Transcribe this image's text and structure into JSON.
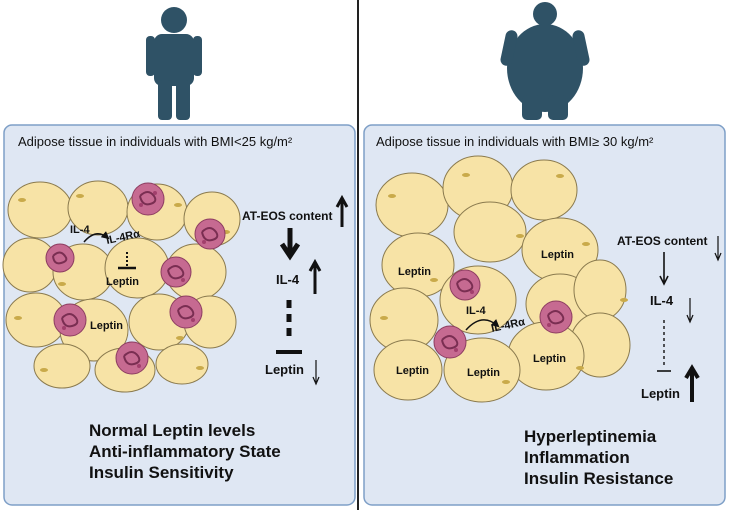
{
  "colors": {
    "person": "#2f5266",
    "panel_bg": "#dfe7f3",
    "panel_border": "#7e9fc7",
    "cell_fill": "#f7e3a6",
    "cell_stroke": "#8a7a4e",
    "nucleus": "#c9aa4a",
    "eos_fill": "#c66a91",
    "eos_dots": "#a13f6c",
    "divider": "#222222"
  },
  "icons": {
    "lean_person": "person-lean-icon",
    "obese_person": "person-obese-icon"
  },
  "left_panel": {
    "title": "Adipose tissue in individuals with BMI<25 kg/m²",
    "labels": {
      "il4": "IL-4",
      "il4ra": "IL-4Rα",
      "leptin_a": "Leptin",
      "leptin_b": "Leptin"
    },
    "pathway": {
      "ateos": "AT-EOS content",
      "il4": "IL-4",
      "leptin": "Leptin"
    },
    "trends": {
      "ateos": "up",
      "il4": "up",
      "leptin": "down"
    },
    "outcomes": [
      "Normal Leptin levels",
      "Anti-inflammatory State",
      "Insulin Sensitivity"
    ]
  },
  "right_panel": {
    "title": "Adipose tissue in individuals with BMI≥ 30 kg/m²",
    "labels": {
      "leptin_1": "Leptin",
      "leptin_2": "Leptin",
      "leptin_3": "Leptin",
      "leptin_4": "Leptin",
      "leptin_5": "Leptin",
      "il4": "IL-4",
      "il4ra": "IL-4Rα"
    },
    "pathway": {
      "ateos": "AT-EOS content",
      "il4": "IL-4",
      "leptin": "Leptin"
    },
    "trends": {
      "ateos": "down",
      "il4": "down",
      "leptin": "up"
    },
    "outcomes": [
      "Hyperleptinemia",
      "Inflammation",
      "Insulin Resistance"
    ]
  }
}
